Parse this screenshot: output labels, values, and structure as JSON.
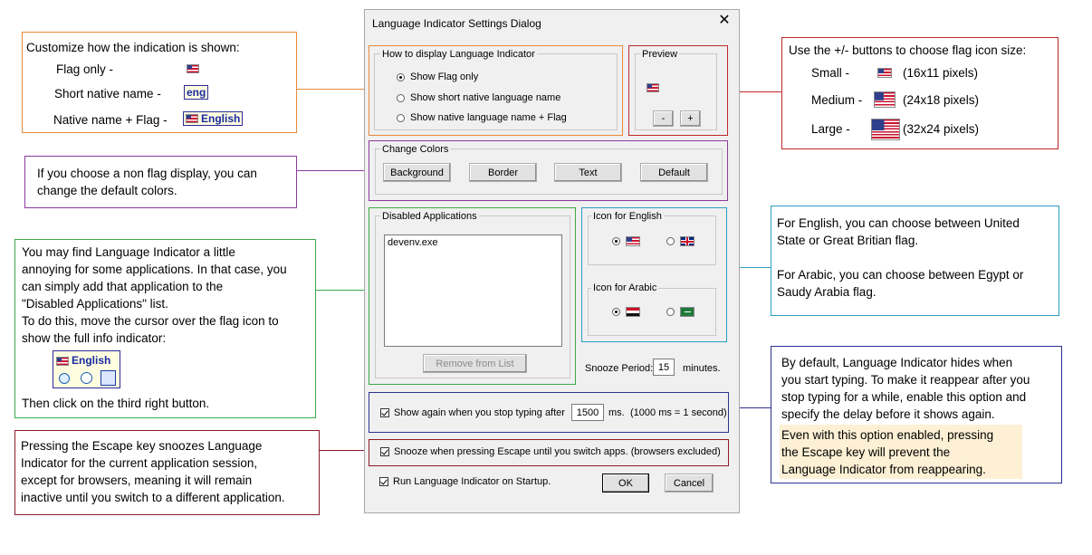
{
  "dialog": {
    "title": "Language Indicator Settings Dialog",
    "close_glyph": "✕",
    "display_group": {
      "legend": "How to display Language Indicator",
      "options": [
        "Show Flag only",
        "Show short native language name",
        "Show native language name + Flag"
      ],
      "selected_index": 0
    },
    "preview_group": {
      "legend": "Preview",
      "minus_label": "-",
      "plus_label": "+"
    },
    "colors_group": {
      "legend": "Change Colors",
      "buttons": [
        "Background",
        "Border",
        "Text",
        "Default"
      ]
    },
    "disabled_apps": {
      "legend": "Disabled Applications",
      "items": [
        "devenv.exe"
      ],
      "remove_label": "Remove from List"
    },
    "english_icon": {
      "legend": "Icon for English",
      "selected_index": 0
    },
    "arabic_icon": {
      "legend": "Icon for Arabic",
      "selected_index": 0
    },
    "snooze": {
      "label": "Snooze Period:",
      "value": "15",
      "unit": "minutes."
    },
    "show_again": {
      "label": "Show again when you stop typing after",
      "value": "1500",
      "unit": "ms.",
      "note": "(1000 ms = 1 second)",
      "checked": true
    },
    "snooze_escape": {
      "label": "Snooze when pressing Escape until you switch apps. (browsers excluded)",
      "checked": true
    },
    "startup": {
      "label": "Run Language Indicator on Startup.",
      "checked": true
    },
    "ok_label": "OK",
    "cancel_label": "Cancel"
  },
  "callouts": {
    "display": {
      "heading": "Customize how the indication is shown:",
      "flag_only": "Flag only -",
      "short_name": "Short native name -",
      "short_badge": "eng",
      "native_flag": "Native name + Flag -",
      "native_badge": "English"
    },
    "flag_size": {
      "heading": "Use the +/- buttons to choose flag icon size:",
      "small": "Small -",
      "small_px": "(16x11 pixels)",
      "medium": "Medium -",
      "medium_px": "(24x18 pixels)",
      "large": "Large -",
      "large_px": "(32x24 pixels)"
    },
    "colors": {
      "line1": "If you choose a non flag display, you can",
      "line2": "change the default colors."
    },
    "disabled": {
      "line1": "You may find Language Indicator a little",
      "line2": "annoying for some applications. In that case, you",
      "line3": "can simply add that application to the",
      "line4": "\"Disabled Applications\" list.",
      "line5": "To do this, move the cursor over the flag icon to",
      "line6": "show the full info indicator:",
      "badge": "English",
      "line7": "Then click on the third right button."
    },
    "flags_choice": {
      "line1": "For English, you can choose between United",
      "line2": "State or Great Britian flag.",
      "line3": "For Arabic, you can choose between Egypt or",
      "line4": "Saudy Arabia flag."
    },
    "typing": {
      "line1": "By default, Language Indicator hides when",
      "line2": "you start typing. To make it reappear after you",
      "line3": "stop typing for a while, enable this option and",
      "line4": "specify the delay before it shows again.",
      "line5": "Even with this option enabled, pressing",
      "line6": "the Escape key will prevent the",
      "line7": "Language Indicator from reappearing."
    },
    "escape": {
      "line1": "Pressing the Escape key snoozes Language",
      "line2": "Indicator for the current application session,",
      "line3": "except for browsers, meaning it will remain",
      "line4": "inactive until you switch to a different application."
    }
  },
  "colors": {
    "orange": "#e88a3a",
    "red": "#c0272d",
    "purple": "#8b3a9e",
    "green": "#3aaa48",
    "teal": "#2a9fc0",
    "navy": "#2e3192",
    "darkred": "#8b1a2b"
  }
}
